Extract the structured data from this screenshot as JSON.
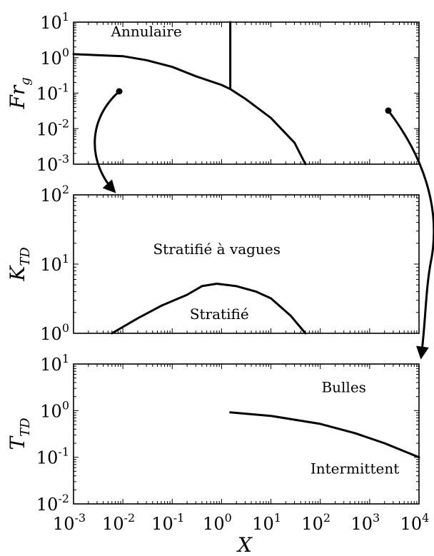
{
  "chart_data": [
    {
      "type": "line",
      "panel": "top",
      "ylabel": "Fr",
      "ylabel_sub": "g",
      "xscale": "log",
      "yscale": "log",
      "xlim": [
        0.001,
        10000
      ],
      "ylim": [
        0.001,
        10
      ],
      "y_ticks": [
        {
          "b": "10",
          "e": "-3"
        },
        {
          "b": "10",
          "e": "-2"
        },
        {
          "b": "10",
          "e": "-1"
        },
        {
          "b": "10",
          "e": "0"
        },
        {
          "b": "10",
          "e": "1"
        }
      ],
      "regions": [
        {
          "label": "Annulaire",
          "x": 0.03,
          "y": 4
        }
      ],
      "series": [
        {
          "points": [
            [
              0.001,
              1.25
            ],
            [
              0.01,
              1.1
            ],
            [
              0.03,
              0.85
            ],
            [
              0.1,
              0.55
            ],
            [
              0.3,
              0.3
            ],
            [
              1,
              0.17
            ],
            [
              1.5,
              0.13
            ],
            [
              3,
              0.07
            ],
            [
              10,
              0.02
            ],
            [
              30,
              0.004
            ],
            [
              50,
              0.001
            ]
          ]
        },
        {
          "points": [
            [
              1.5,
              10
            ],
            [
              1.5,
              0.13
            ]
          ]
        }
      ]
    },
    {
      "type": "line",
      "panel": "middle",
      "ylabel": "K",
      "ylabel_sub": "TD",
      "xscale": "log",
      "yscale": "log",
      "xlim": [
        0.001,
        10000
      ],
      "ylim": [
        1,
        100
      ],
      "y_ticks": [
        {
          "b": "10",
          "e": "0"
        },
        {
          "b": "10",
          "e": "1"
        },
        {
          "b": "10",
          "e": "2"
        }
      ],
      "regions": [
        {
          "label": "Stratifié à vagues",
          "x": 0.8,
          "y": 14
        },
        {
          "label": "Stratifié",
          "x": 0.9,
          "y": 1.6
        }
      ],
      "series": [
        {
          "points": [
            [
              0.006,
              1
            ],
            [
              0.02,
              1.65
            ],
            [
              0.06,
              2.5
            ],
            [
              0.2,
              3.6
            ],
            [
              0.4,
              4.8
            ],
            [
              0.8,
              5.2
            ],
            [
              2,
              4.8
            ],
            [
              5,
              4
            ],
            [
              10,
              3.2
            ],
            [
              25,
              1.8
            ],
            [
              50,
              1
            ]
          ]
        }
      ]
    },
    {
      "type": "line",
      "panel": "bottom",
      "ylabel": "T",
      "ylabel_sub": "TD",
      "xlabel": "X",
      "xscale": "log",
      "yscale": "log",
      "xlim": [
        0.001,
        10000
      ],
      "ylim": [
        0.01,
        10
      ],
      "x_ticks": [
        {
          "b": "10",
          "e": "-3"
        },
        {
          "b": "10",
          "e": "-2"
        },
        {
          "b": "10",
          "e": "-1"
        },
        {
          "b": "10",
          "e": "0"
        },
        {
          "b": "10",
          "e": "1"
        },
        {
          "b": "10",
          "e": "2"
        },
        {
          "b": "10",
          "e": "3"
        },
        {
          "b": "10",
          "e": "4"
        }
      ],
      "y_ticks": [
        {
          "b": "10",
          "e": "-2"
        },
        {
          "b": "10",
          "e": "-1"
        },
        {
          "b": "10",
          "e": "0"
        },
        {
          "b": "10",
          "e": "1"
        }
      ],
      "regions": [
        {
          "label": "Bulles",
          "x": 300,
          "y": 2.5
        },
        {
          "label": "Intermittent",
          "x": 500,
          "y": 0.045
        }
      ],
      "series": [
        {
          "points": [
            [
              1.5,
              0.92
            ],
            [
              10,
              0.77
            ],
            [
              100,
              0.52
            ],
            [
              500,
              0.33
            ],
            [
              2000,
              0.2
            ],
            [
              10000,
              0.1
            ]
          ]
        }
      ]
    }
  ]
}
